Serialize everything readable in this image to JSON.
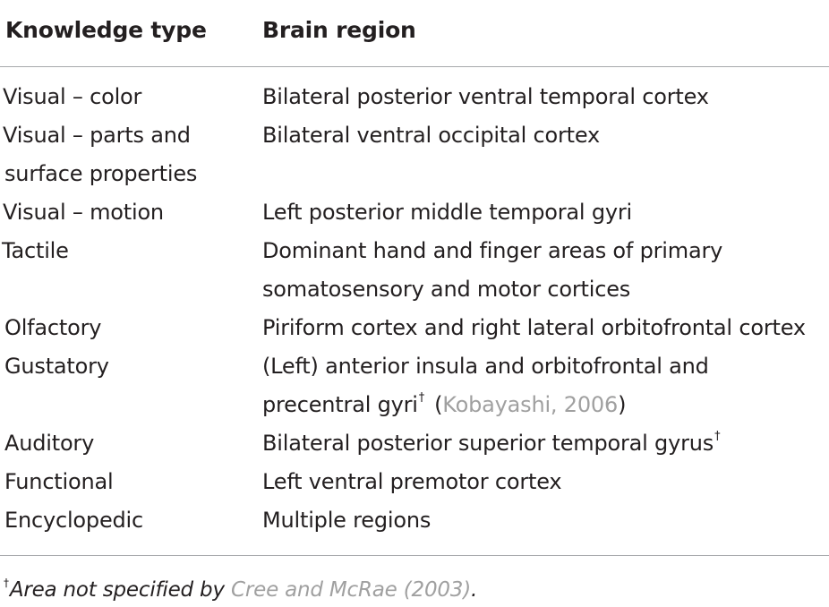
{
  "table": {
    "headers": [
      "Knowledge type",
      "Brain region"
    ],
    "rows": [
      {
        "knowledge_type": [
          "Visual – color"
        ],
        "brain_region": [
          "Bilateral posterior ventral temporal cortex"
        ]
      },
      {
        "knowledge_type": [
          "Visual – parts and",
          "surface properties"
        ],
        "brain_region": [
          "Bilateral ventral occipital cortex"
        ]
      },
      {
        "knowledge_type": [
          "Visual – motion"
        ],
        "brain_region": [
          "Left posterior middle temporal gyri"
        ]
      },
      {
        "knowledge_type": [
          "Tactile"
        ],
        "brain_region": [
          "Dominant hand and finger areas of primary",
          "somatosensory and motor cortices"
        ]
      },
      {
        "knowledge_type": [
          "Olfactory"
        ],
        "brain_region": [
          "Piriform cortex and right lateral orbitofrontal cortex"
        ]
      },
      {
        "knowledge_type": [
          "Gustatory"
        ],
        "brain_region": [
          "(Left) anterior insula and orbitofrontal and",
          "precentral gyri"
        ],
        "dagger": "†",
        "ref_open": "(",
        "ref": "Kobayashi, 2006",
        "ref_close": ")"
      },
      {
        "knowledge_type": [
          "Auditory"
        ],
        "brain_region": [
          "Bilateral posterior superior temporal gyrus"
        ],
        "dagger": "†"
      },
      {
        "knowledge_type": [
          "Functional"
        ],
        "brain_region": [
          "Left ventral premotor cortex"
        ]
      },
      {
        "knowledge_type": [
          "Encyclopedic"
        ],
        "brain_region": [
          "Multiple regions"
        ]
      }
    ]
  },
  "footnote": {
    "dagger": "†",
    "text": "Area not specified by",
    "ref": "Cree and McRae (2003)",
    "end": "."
  },
  "colors": {
    "text": "#231f20",
    "rule": "#a7a9ac",
    "reference_link": "#a0a0a0"
  }
}
